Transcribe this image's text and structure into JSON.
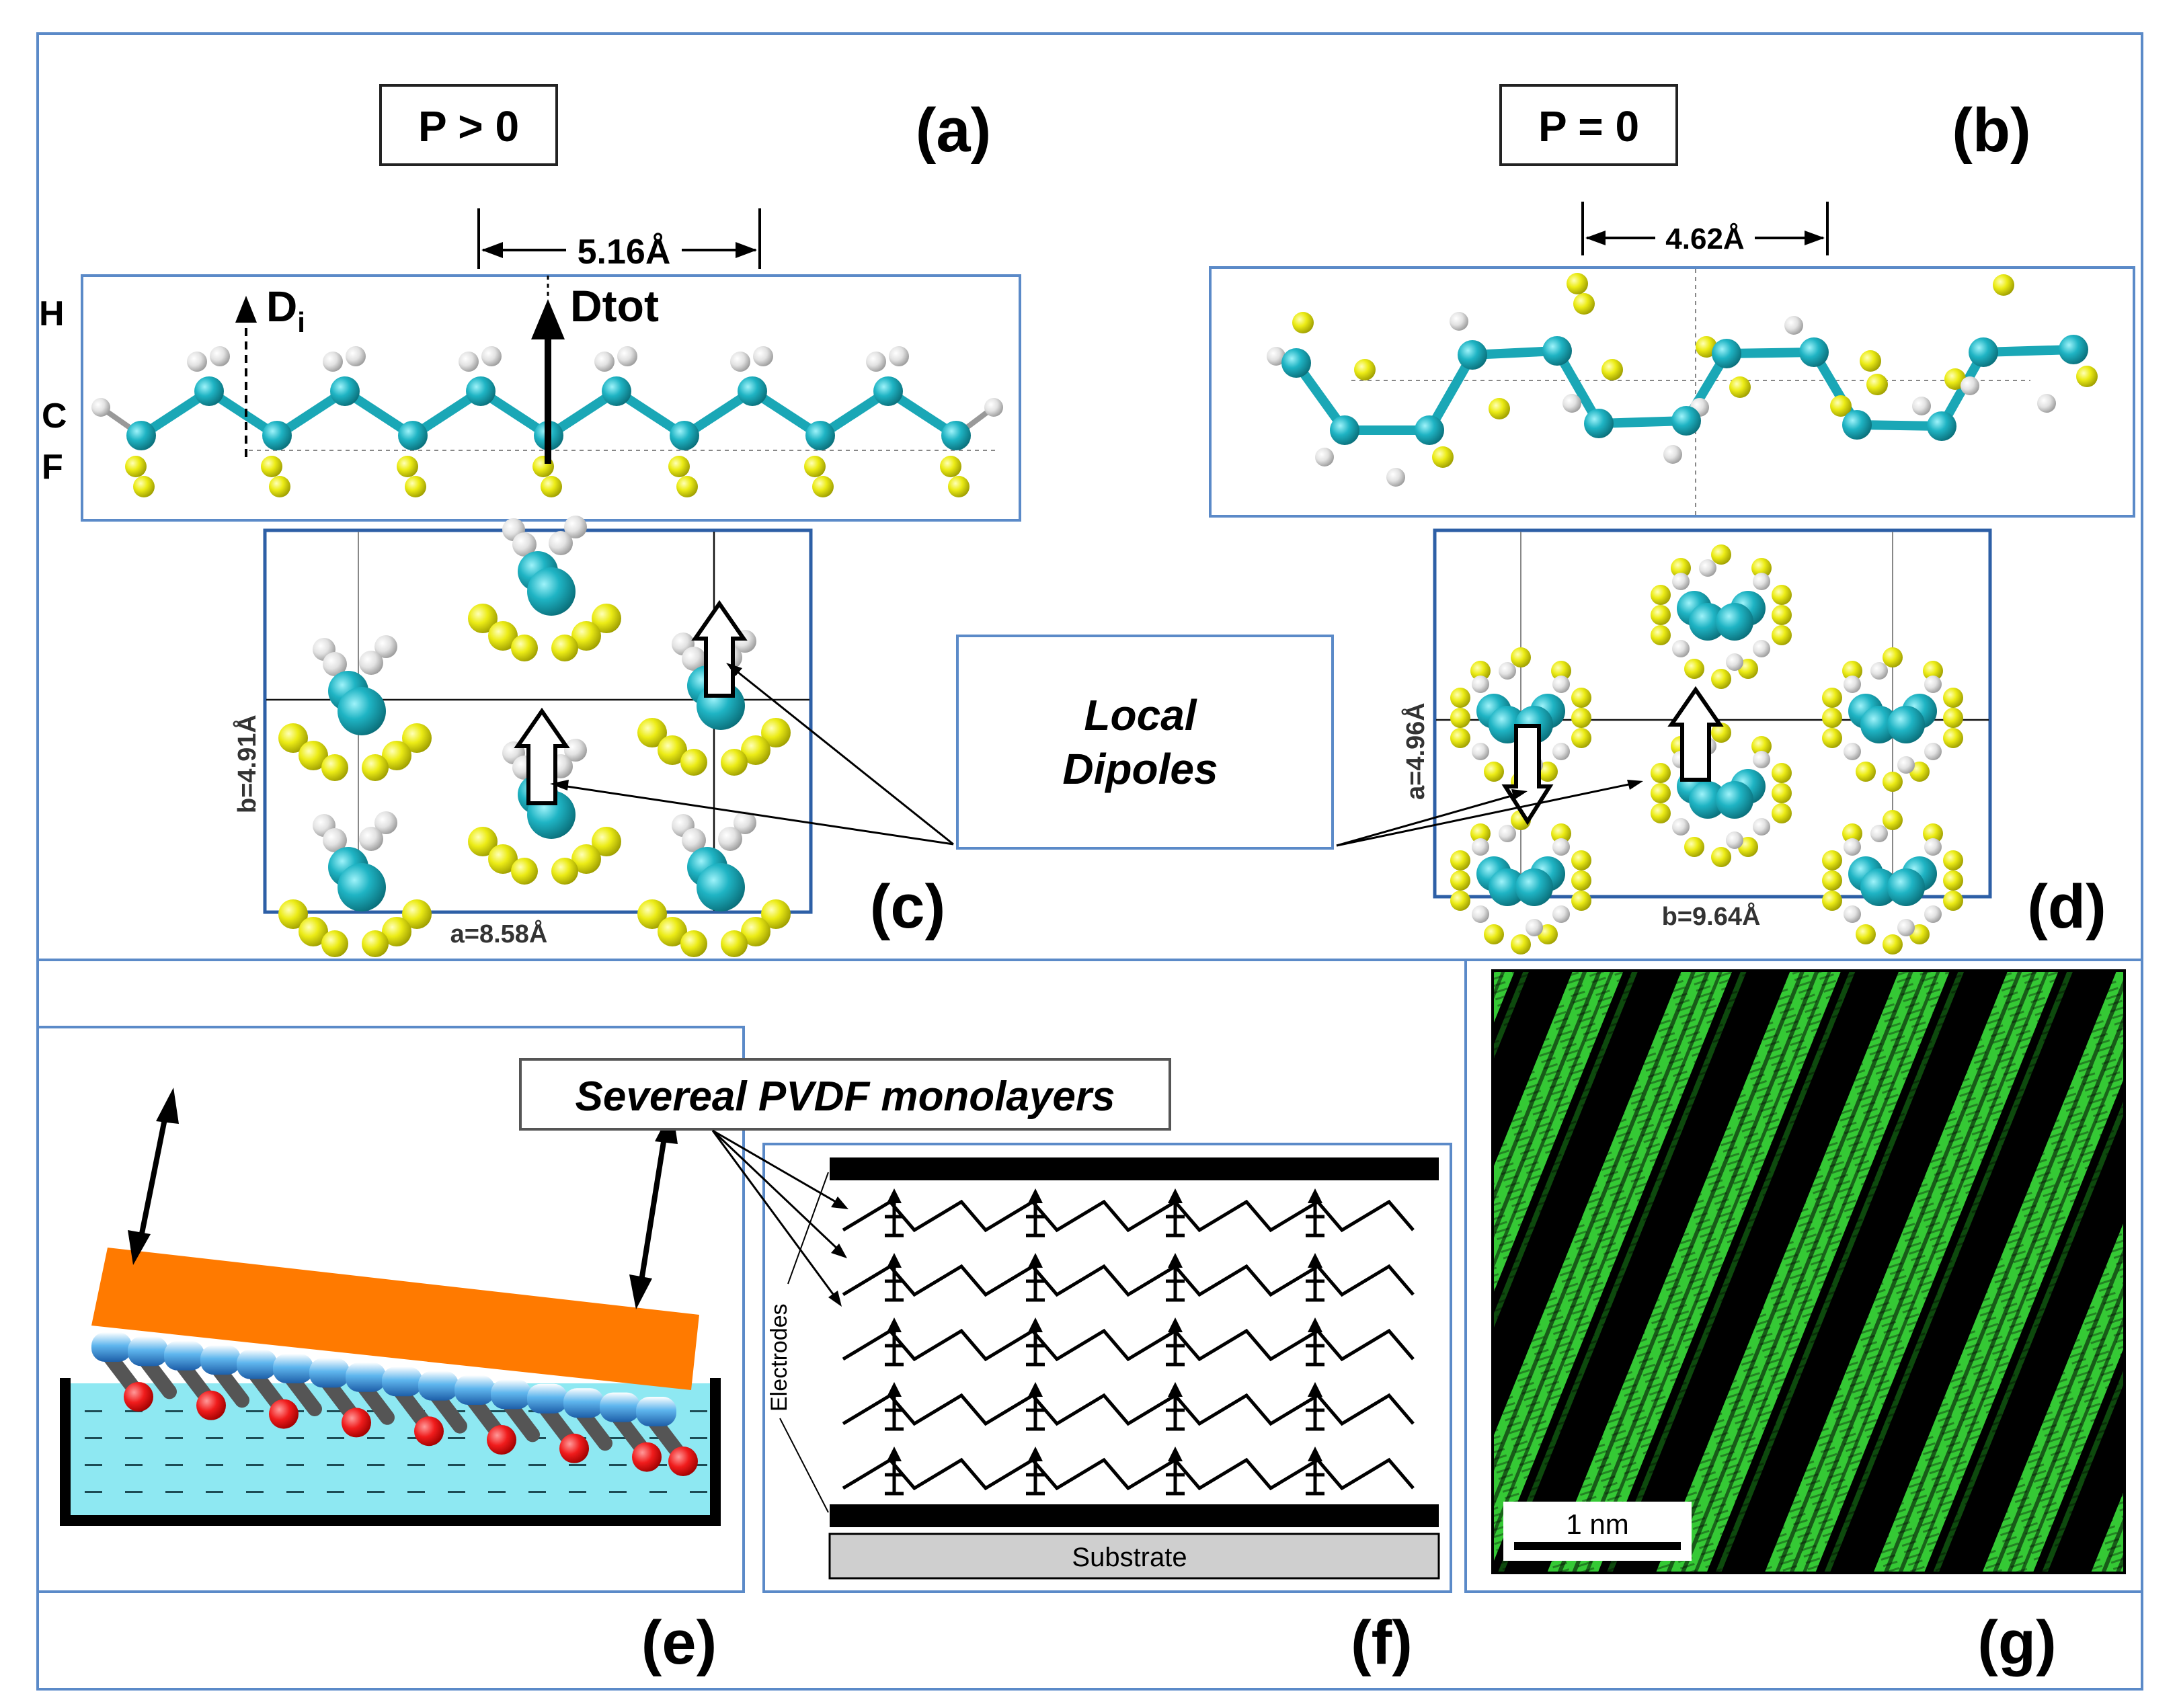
{
  "panel_a": {
    "condition": "P > 0",
    "label": "(a)",
    "spacing": "5.16Å",
    "dipole_i": "D",
    "dipole_i_sub": "i",
    "dipole_total": "Dtot",
    "atom_h": "H",
    "atom_c": "C",
    "atom_f": "F"
  },
  "panel_b": {
    "condition": "P = 0",
    "label": "(b)",
    "spacing": "4.62Å"
  },
  "panel_c": {
    "label": "(c)",
    "axis_b": "b=4.91Å",
    "axis_a": "a=8.58Å"
  },
  "panel_d": {
    "label": "(d)",
    "axis_a": "a=4.96Å",
    "axis_b": "b=9.64Å"
  },
  "callout": {
    "line1": "Local",
    "line2": "Dipoles"
  },
  "panel_e": {
    "label": "(e)"
  },
  "panel_f": {
    "label": "(f)",
    "callout": "Severeal PVDF monolayers",
    "electrodes": "Electrodes",
    "substrate": "Substrate"
  },
  "panel_g": {
    "label": "(g)",
    "scale_bar": "1 nm"
  },
  "colors": {
    "carbon": "#1fb4c4",
    "fluorine": "#ecec16",
    "hydrogen": "#dedede",
    "frame": "#5b8ac8",
    "orange_plate": "#ff7a00",
    "water": "#8ee8f2",
    "stm_green": "#3cc83c"
  }
}
